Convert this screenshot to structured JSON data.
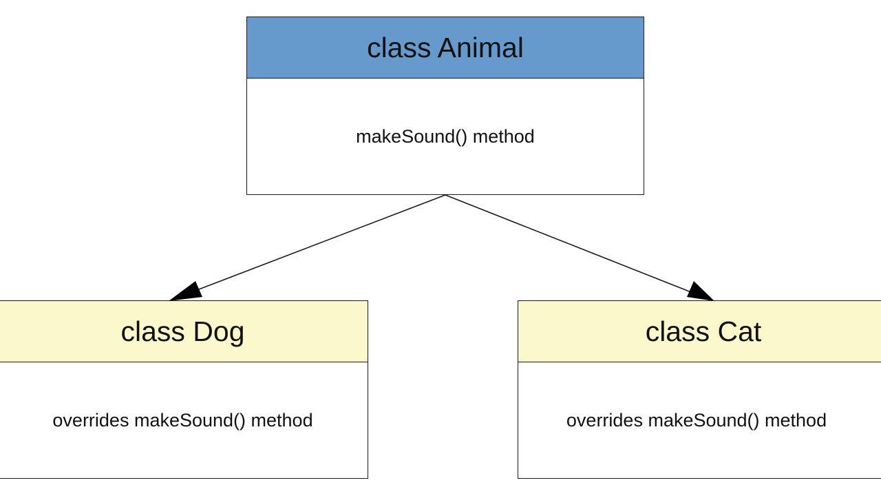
{
  "diagram": {
    "parent": {
      "title": "class Animal",
      "body": "makeSound() method",
      "header_color": "#6699cc"
    },
    "children": [
      {
        "title": "class Dog",
        "body": "overrides makeSound() method",
        "header_color": "#fbf9cc"
      },
      {
        "title": "class Cat",
        "body": "overrides makeSound() method",
        "header_color": "#fbf9cc"
      }
    ]
  }
}
